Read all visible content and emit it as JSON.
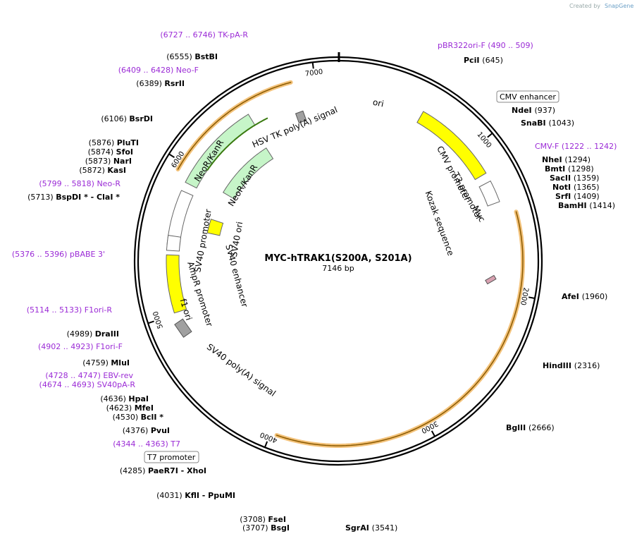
{
  "credit": {
    "prefix": "Created by",
    "brand": "SnapGene"
  },
  "plasmid": {
    "name": "MYC-hTRAK1(S200A, S201A)",
    "length_label": "7146 bp",
    "length_bp": 7146
  },
  "ticks": [
    "1000",
    "2000",
    "3000",
    "4000",
    "5000",
    "6000",
    "7000"
  ],
  "features": [
    {
      "id": "ori",
      "label": "ori",
      "start": 589,
      "end": 1177,
      "color": "#ffff00"
    },
    {
      "id": "cmv-enhancer",
      "label": "CMV enhancer",
      "start": 1237,
      "end": 1616,
      "color": "#ffffff"
    },
    {
      "id": "cmv-promoter",
      "label": "CMV promoter",
      "start": 1617,
      "end": 1820,
      "color": "#ffffff"
    },
    {
      "id": "t7-promoter-1",
      "label": "T3 promoter",
      "start": 1865,
      "end": 1883,
      "color": "#ffffff"
    },
    {
      "id": "myc",
      "label": "Myc",
      "start": 1912,
      "end": 1941,
      "color": "#d8a0b0"
    },
    {
      "id": "kozak",
      "label": "Kozak sequence",
      "start": 1900,
      "end": 1910,
      "color": "#808080"
    },
    {
      "id": "sv40-polya",
      "label": "SV40 poly(A) signal",
      "start": 4660,
      "end": 4782,
      "color": "#ffffff"
    },
    {
      "id": "sv40-polya-grey",
      "label": "",
      "start": 4830,
      "end": 4960,
      "color": "#a0a0a0"
    },
    {
      "id": "f1-ori",
      "label": "f1 ori",
      "start": 5010,
      "end": 5400,
      "color": "#ffff00"
    },
    {
      "id": "ampr-promoter",
      "label": "AmpR promoter",
      "start": 5430,
      "end": 5530,
      "color": "#ffffff"
    },
    {
      "id": "sv40-promoter",
      "label": "SV40 promoter",
      "start": 5540,
      "end": 5870,
      "color": "#ffffff"
    },
    {
      "id": "neo-outer",
      "label": "NeoR/KanR",
      "start": 5900,
      "end": 6520,
      "color": "#c6f5c8"
    },
    {
      "id": "neo-inner",
      "label": "NeoR/KanR",
      "start": 5850,
      "end": 6440,
      "color": "#c6f5c8"
    },
    {
      "id": "sv40-ori",
      "label": "SV40 ori",
      "start": 5600,
      "end": 5720,
      "color": "#ffff00"
    },
    {
      "id": "sv40-enhancer",
      "label": "SV40 enhancer",
      "start": 5480,
      "end": 5600,
      "color": "#ffffff"
    },
    {
      "id": "hsv-tk-polya",
      "label": "HSV TK poly(A) signal",
      "start": 6820,
      "end": 6880,
      "color": "#a0a0a0"
    }
  ],
  "feature_labels": {
    "ori": "ori",
    "neo_outer": "NeoR/KanR",
    "neo_inner": "NeoR/KanR",
    "hsv": "HSV TK poly(A) signal",
    "cmv_promoter": "CMV promoter",
    "t3_promoter": "T3 promoter",
    "myc": "Myc",
    "kozak": "Kozak sequence",
    "sv40_promoter": "SV40 promoter",
    "ampr_promoter": "AmpR promoter",
    "f1_ori": "f1 ori",
    "sv40_ori": "SV40 ori",
    "sv40_enhancer": "SV40 enhancer",
    "sv40_polya": "SV40 poly(A) signal"
  },
  "boxed_labels": {
    "cmv_enhancer": "CMV enhancer",
    "t7_promoter": "T7 promoter"
  },
  "sites": [
    {
      "id": "pbr322ori-f",
      "kind": "primer",
      "label": "pBR322ori-F",
      "pos": "(490 .. 509)"
    },
    {
      "id": "pcii",
      "kind": "enzyme",
      "label": "PciI",
      "pos": "(645)"
    },
    {
      "id": "ndei",
      "kind": "enzyme",
      "label": "NdeI",
      "pos": "(937)"
    },
    {
      "id": "snabi",
      "kind": "enzyme",
      "label": "SnaBI",
      "pos": "(1043)"
    },
    {
      "id": "cmv-f",
      "kind": "primer",
      "label": "CMV-F",
      "pos": "(1222 .. 1242)"
    },
    {
      "id": "nhei",
      "kind": "enzyme",
      "label": "NheI",
      "pos": "(1294)"
    },
    {
      "id": "bmti",
      "kind": "enzyme",
      "label": "BmtI",
      "pos": "(1298)"
    },
    {
      "id": "sacii",
      "kind": "enzyme",
      "label": "SacII",
      "pos": "(1359)"
    },
    {
      "id": "noti",
      "kind": "enzyme",
      "label": "NotI",
      "pos": "(1365)"
    },
    {
      "id": "srfi",
      "kind": "enzyme",
      "label": "SrfI",
      "pos": "(1409)"
    },
    {
      "id": "bamhi",
      "kind": "enzyme",
      "label": "BamHI",
      "pos": "(1414)"
    },
    {
      "id": "afei",
      "kind": "enzyme",
      "label": "AfeI",
      "pos": "(1960)"
    },
    {
      "id": "hindiii",
      "kind": "enzyme",
      "label": "HindIII",
      "pos": "(2316)"
    },
    {
      "id": "bglii",
      "kind": "enzyme",
      "label": "BglII",
      "pos": "(2666)"
    },
    {
      "id": "sgrai",
      "kind": "enzyme",
      "label": "SgrAI",
      "pos": "(3541)"
    },
    {
      "id": "bsgi",
      "kind": "enzyme",
      "label": "BsgI",
      "pos": "(3707)"
    },
    {
      "id": "fsei",
      "kind": "enzyme",
      "label": "FseI",
      "pos": "(3708)"
    },
    {
      "id": "kfli",
      "kind": "enzyme",
      "label": "KflI - PpuMI",
      "pos": "(4031)"
    },
    {
      "id": "paer7i",
      "kind": "enzyme",
      "label": "PaeR7I - XhoI",
      "pos": "(4285)"
    },
    {
      "id": "t7",
      "kind": "primer",
      "label": "T7",
      "pos": "(4344 .. 4363)"
    },
    {
      "id": "pvui",
      "kind": "enzyme",
      "label": "PvuI",
      "pos": "(4376)"
    },
    {
      "id": "bcli",
      "kind": "enzyme",
      "label": "BclI *",
      "pos": "(4530)"
    },
    {
      "id": "mfei",
      "kind": "enzyme",
      "label": "MfeI",
      "pos": "(4623)"
    },
    {
      "id": "hpai",
      "kind": "enzyme",
      "label": "HpaI",
      "pos": "(4636)"
    },
    {
      "id": "sv40pa-r",
      "kind": "primer",
      "label": "SV40pA-R",
      "pos": "(4674 .. 4693)"
    },
    {
      "id": "ebv-rev",
      "kind": "primer",
      "label": "EBV-rev",
      "pos": "(4728 .. 4747)"
    },
    {
      "id": "mlui",
      "kind": "enzyme",
      "label": "MluI",
      "pos": "(4759)"
    },
    {
      "id": "f1ori-f",
      "kind": "primer",
      "label": "F1ori-F",
      "pos": "(4902 .. 4923)"
    },
    {
      "id": "draiii",
      "kind": "enzyme",
      "label": "DraIII",
      "pos": "(4989)"
    },
    {
      "id": "f1ori-r",
      "kind": "primer",
      "label": "F1ori-R",
      "pos": "(5114 .. 5133)"
    },
    {
      "id": "pbabe3",
      "kind": "primer",
      "label": "pBABE 3'",
      "pos": "(5376 .. 5396)"
    },
    {
      "id": "bspdi",
      "kind": "enzyme",
      "label": "BspDI * - ClaI *",
      "pos": "(5713)"
    },
    {
      "id": "neo-r",
      "kind": "primer",
      "label": "Neo-R",
      "pos": "(5799 .. 5818)"
    },
    {
      "id": "kasi",
      "kind": "enzyme",
      "label": "KasI",
      "pos": "(5872)"
    },
    {
      "id": "nari",
      "kind": "enzyme",
      "label": "NarI",
      "pos": "(5873)"
    },
    {
      "id": "sfoi",
      "kind": "enzyme",
      "label": "SfoI",
      "pos": "(5874)"
    },
    {
      "id": "pluti",
      "kind": "enzyme",
      "label": "PluTI",
      "pos": "(5876)"
    },
    {
      "id": "bsrdi",
      "kind": "enzyme",
      "label": "BsrDI",
      "pos": "(6106)"
    },
    {
      "id": "rsrii",
      "kind": "enzyme",
      "label": "RsrII",
      "pos": "(6389)"
    },
    {
      "id": "neo-f",
      "kind": "primer",
      "label": "Neo-F",
      "pos": "(6409 .. 6428)"
    },
    {
      "id": "bstbi",
      "kind": "enzyme",
      "label": "BstBI",
      "pos": "(6555)"
    },
    {
      "id": "tk-pa-r",
      "kind": "primer",
      "label": "TK-pA-R",
      "pos": "(6727 .. 6746)"
    }
  ],
  "colors": {
    "primer": "#9b2bd6",
    "enzyme": "#000000",
    "orf_highlight": "#f3c27a",
    "backbone": "#000000"
  }
}
